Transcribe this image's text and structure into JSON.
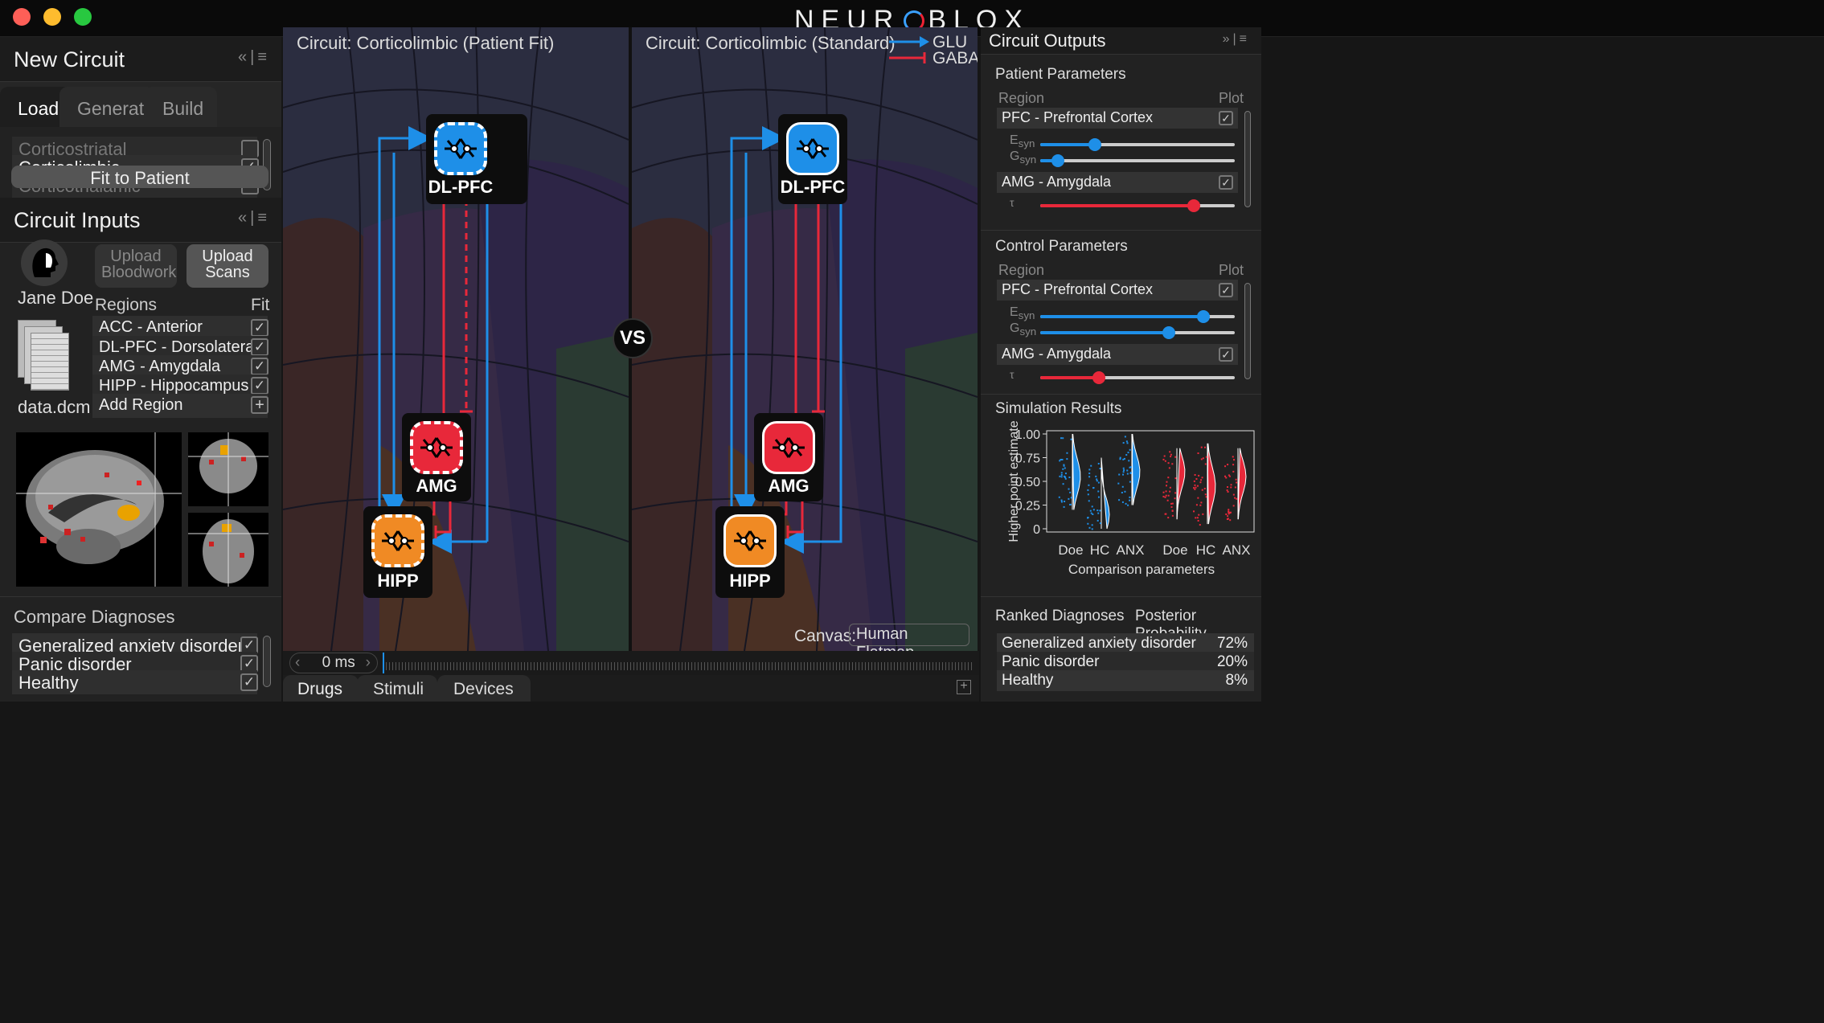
{
  "app": {
    "logo_left": "NEUR",
    "logo_right": "BLOX"
  },
  "new_circuit": {
    "title": "New Circuit",
    "tabs": [
      "Load",
      "Generate",
      "Build"
    ],
    "circuits": [
      {
        "label": "Corticostriatal",
        "checked": false
      },
      {
        "label": "Corticolimbic",
        "checked": true
      },
      {
        "label": "Corticothalamic",
        "checked": false
      }
    ],
    "fit_button": "Fit to Patient"
  },
  "circuit_inputs": {
    "title": "Circuit Inputs",
    "patient_name": "Jane Doe",
    "file_name": "data.dcm",
    "upload_bloodwork": "Upload Bloodwork",
    "upload_scans": "Upload Scans",
    "regions_header": "Regions",
    "fit_header": "Fit",
    "regions": [
      {
        "label": "ACC - Anterior Cingulat ...",
        "checked": true
      },
      {
        "label": "DL-PFC - Dorsolateral P...",
        "checked": true
      },
      {
        "label": "AMG - Amygdala",
        "checked": true
      },
      {
        "label": "HIPP - Hippocampus",
        "checked": true
      }
    ],
    "add_region": "Add Region"
  },
  "compare_diagnoses": {
    "title": "Compare Diagnoses",
    "items": [
      {
        "label": "Generalized anxiety disorder",
        "checked": true
      },
      {
        "label": "Panic disorder",
        "checked": true
      },
      {
        "label": "Healthy",
        "checked": true
      }
    ]
  },
  "canvas_left": {
    "title": "Circuit: Corticolimbic (Patient Fit)",
    "nodes": {
      "pfc": "DL-PFC",
      "amg": "AMG",
      "hipp": "HIPP"
    }
  },
  "canvas_right": {
    "title": "Circuit: Corticolimbic (Standard)",
    "nodes": {
      "pfc": "DL-PFC",
      "amg": "AMG",
      "hipp": "HIPP"
    }
  },
  "vs_label": "VS",
  "legend": {
    "glu": "GLU",
    "gaba": "GABA"
  },
  "canvas_select": {
    "label": "Canvas:",
    "value": "Human Flatmap"
  },
  "timeline": {
    "value": "0 ms"
  },
  "bottom_tabs": [
    "Drugs",
    "Stimuli",
    "Devices"
  ],
  "circuit_outputs": {
    "title": "Circuit Outputs",
    "patient_params": {
      "title": "Patient Parameters",
      "region_header": "Region",
      "plot_header": "Plot",
      "groups": [
        {
          "label": "PFC - Prefrontal Cortex",
          "checked": true,
          "params": [
            {
              "name": "E",
              "sub": "syn",
              "value": 0.28,
              "color": "#1e8fe8"
            },
            {
              "name": "G",
              "sub": "syn",
              "value": 0.09,
              "color": "#1e8fe8"
            }
          ]
        },
        {
          "label": "AMG - Amygdala",
          "checked": true,
          "params": [
            {
              "name": "τ",
              "sub": "",
              "value": 0.79,
              "color": "#e8283a"
            }
          ]
        }
      ]
    },
    "control_params": {
      "title": "Control Parameters",
      "region_header": "Region",
      "plot_header": "Plot",
      "groups": [
        {
          "label": "PFC - Prefrontal Cortex",
          "checked": true,
          "params": [
            {
              "name": "E",
              "sub": "syn",
              "value": 0.84,
              "color": "#1e8fe8"
            },
            {
              "name": "G",
              "sub": "syn",
              "value": 0.66,
              "color": "#1e8fe8"
            }
          ]
        },
        {
          "label": "AMG - Amygdala",
          "checked": true,
          "params": [
            {
              "name": "τ",
              "sub": "",
              "value": 0.3,
              "color": "#e8283a"
            }
          ]
        }
      ]
    },
    "simulation": {
      "title": "Simulation Results"
    },
    "ranked": {
      "title": "Ranked Diagnoses",
      "prob_header": "Posterior Probability",
      "items": [
        {
          "label": "Generalized anxiety disorder",
          "value": "72%"
        },
        {
          "label": "Panic disorder",
          "value": "20%"
        },
        {
          "label": "Healthy",
          "value": "8%"
        }
      ]
    }
  },
  "chart_data": {
    "type": "scatter",
    "ylabel": "Higher point estimate",
    "xlabel": "Comparison parameters",
    "ylim": [
      0,
      1.0
    ],
    "yticks": [
      "1.00",
      "0.75",
      "0.50",
      "0.25",
      "0"
    ],
    "categories": [
      "Doe",
      "HC",
      "ANX",
      "Doe",
      "HC",
      "ANX"
    ],
    "series": [
      {
        "color": "#1e8fe8",
        "groups": [
          {
            "category": "Doe",
            "median": 0.55,
            "range": [
              0.2,
              1.0
            ]
          },
          {
            "category": "HC",
            "median": 0.15,
            "range": [
              0.0,
              0.75
            ]
          },
          {
            "category": "ANX",
            "median": 0.6,
            "range": [
              0.25,
              1.0
            ]
          }
        ]
      },
      {
        "color": "#e8283a",
        "groups": [
          {
            "category": "Doe",
            "median": 0.6,
            "range": [
              0.1,
              0.85
            ]
          },
          {
            "category": "HC",
            "median": 0.45,
            "range": [
              0.05,
              0.9
            ]
          },
          {
            "category": "ANX",
            "median": 0.55,
            "range": [
              0.1,
              0.85
            ]
          }
        ]
      }
    ]
  }
}
